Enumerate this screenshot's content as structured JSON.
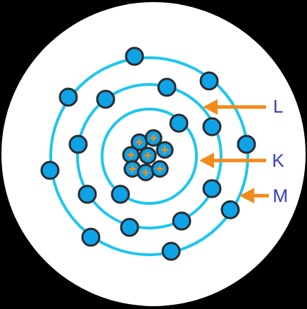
{
  "diagram": {
    "labels": [
      "L",
      "K",
      "M"
    ]
  }
}
